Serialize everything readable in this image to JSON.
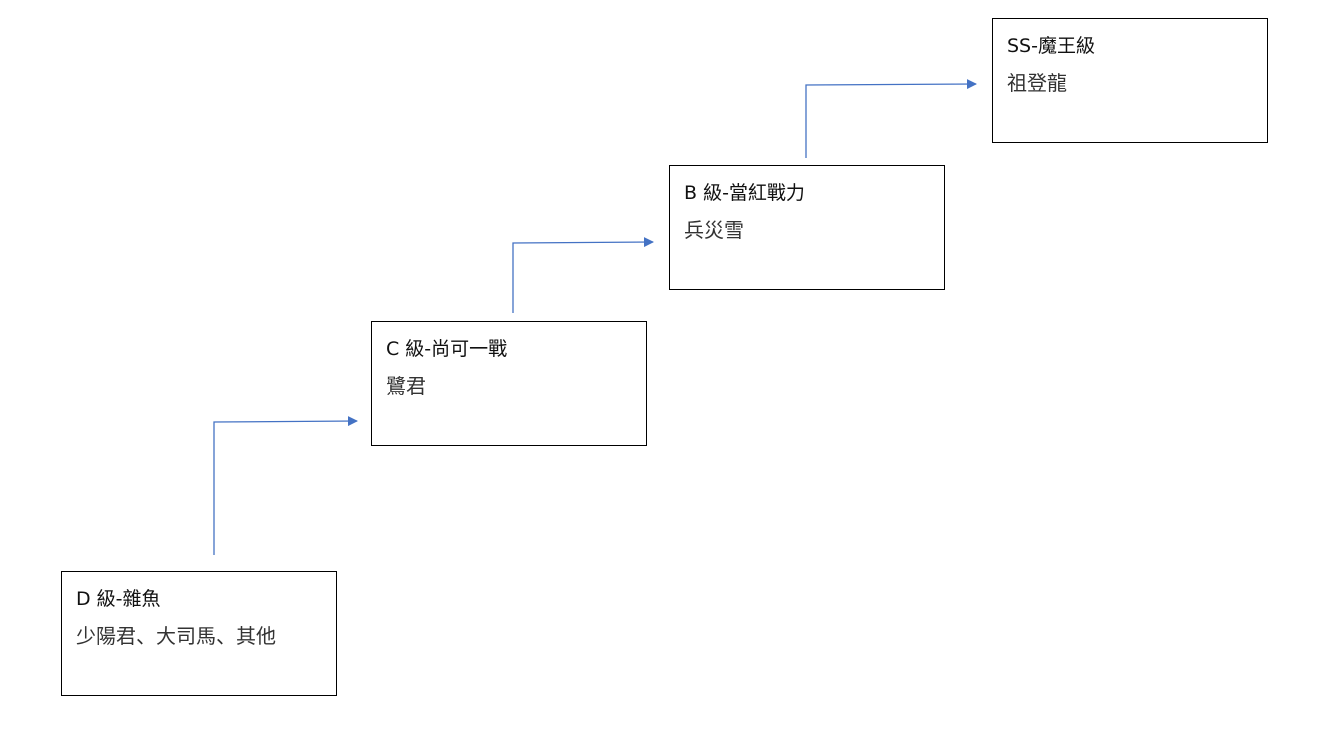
{
  "tiers": [
    {
      "title": "D 級-雜魚",
      "members": "少陽君、大司馬、其他"
    },
    {
      "title": "C 級-尚可一戰",
      "members": "鷺君"
    },
    {
      "title": "B 級-當紅戰力",
      "members": "兵災雪"
    },
    {
      "title": "SS-魔王級",
      "members": "祖登龍"
    }
  ],
  "colors": {
    "arrow": "#4472C4",
    "border": "#000000"
  }
}
